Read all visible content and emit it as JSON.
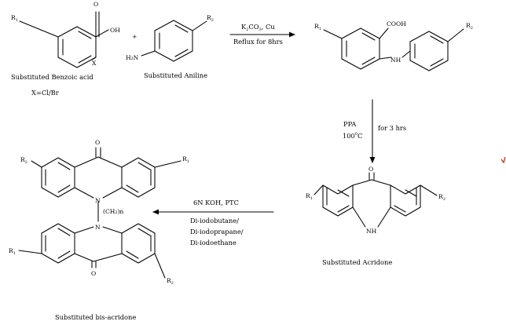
{
  "reaction_scheme": {
    "step1": {
      "reactant_a": {
        "label": "Substituted Benzoic acid",
        "note": "X=Cl/Br",
        "substituent_r": "R",
        "substituent_r_sub": "1",
        "carboxyl": "OH",
        "carbonyl_o": "O",
        "halogen": "X"
      },
      "plus": "+",
      "reactant_b": {
        "label": "Substituted Aniline",
        "substituent_r": "R",
        "substituent_r_sub": "2",
        "amine": "H₂N"
      },
      "reagents": {
        "line1_a": "K",
        "line1_sub1": "2",
        "line1_b": "CO",
        "line1_sub2": "3",
        "line1_c": ", Cu",
        "line2": "Reflux for 8hrs"
      },
      "product": {
        "r1": "R",
        "r1_sub": "1",
        "r2": "R",
        "r2_sub": "2",
        "acid": "COOH",
        "nh": "NH"
      }
    },
    "step2": {
      "reagent_a": "PPA",
      "temperature_a": "100",
      "temperature_sup": "0",
      "temperature_b": "C",
      "time": "for 3 hrs",
      "product": {
        "label": "Substituted Acridone",
        "r1": "R",
        "r1_sub": "1",
        "r2": "R",
        "r2_sub": "2",
        "o": "O",
        "nh": "NH"
      }
    },
    "step3": {
      "reagent_line1": "6N KOH, PTC",
      "reagent_line2": "Di-iodobutane/",
      "reagent_line3": "Di-iodoprapane/",
      "reagent_line4": "Di-iodoethane",
      "product": {
        "label": "Substituted bis-acridone",
        "top_r2": "R",
        "top_r2_sub": "2",
        "top_r1": "R",
        "top_r1_sub": "1",
        "top_o": "O",
        "n_top": "N",
        "linker": "(CH₂)n",
        "n_bottom": "N",
        "bottom_r1": "R",
        "bottom_r1_sub": "1",
        "bottom_r2": "R",
        "bottom_r2_sub": "2",
        "bottom_o": "O"
      }
    },
    "colors": {
      "ink": "#000000",
      "background": "#ffffff",
      "edge_mark": "#cc2200"
    }
  }
}
